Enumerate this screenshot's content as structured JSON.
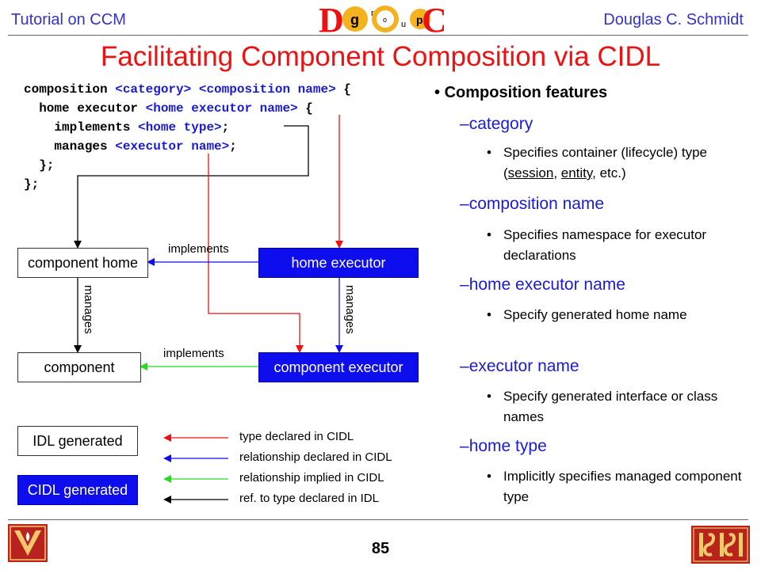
{
  "header": {
    "left": "Tutorial on CCM",
    "right": "Douglas C. Schmidt"
  },
  "logo": {
    "letters": [
      "D",
      "g",
      "r",
      "o",
      "u",
      "p",
      "C"
    ]
  },
  "title": "Facilitating Component Composition via CIDL",
  "code": {
    "l1": {
      "a": "composition ",
      "b": "<category>",
      "c": " ",
      "d": "<composition name>",
      "e": " {"
    },
    "l2": {
      "a": "  home executor ",
      "b": "<home executor name>",
      "c": " {"
    },
    "l3": {
      "a": "    implements ",
      "b": "<home type>",
      "c": ";"
    },
    "l4": {
      "a": "    manages ",
      "b": "<executor name>",
      "c": ";"
    },
    "l5": "  };",
    "l6": "};"
  },
  "diagram": {
    "component_home": "component home",
    "home_executor": "home executor",
    "component": "component",
    "component_executor": "component executor",
    "implements_top": "implements",
    "implements_bottom": "implements",
    "manages_left": "manages",
    "manages_right": "manages",
    "colors": {
      "red": "#ee1111",
      "blue": "#0d0dee",
      "green": "#22dd22",
      "black": "#000000"
    }
  },
  "legend": {
    "idl_generated": "IDL generated",
    "cidl_generated": "CIDL generated",
    "items": [
      "type declared in CIDL",
      "relationship declared in CIDL",
      "relationship implied in CIDL",
      "ref. to type declared in IDL"
    ]
  },
  "features": {
    "heading": "Composition features",
    "items": [
      {
        "term": "category",
        "desc": {
          "a": "Specifies container (lifecycle) type (",
          "b": "session",
          "c": ", ",
          "d": "entity",
          "e": ", etc.)"
        }
      },
      {
        "term": "composition name",
        "desc": "Specifies namespace for executor declarations"
      },
      {
        "term": "home executor name",
        "desc": "Specify generated home name"
      },
      {
        "term": "executor name",
        "desc": "Specify generated interface or class names"
      },
      {
        "term": "home type",
        "desc": "Implicitly specifies managed component type"
      }
    ]
  },
  "page_number": "85"
}
